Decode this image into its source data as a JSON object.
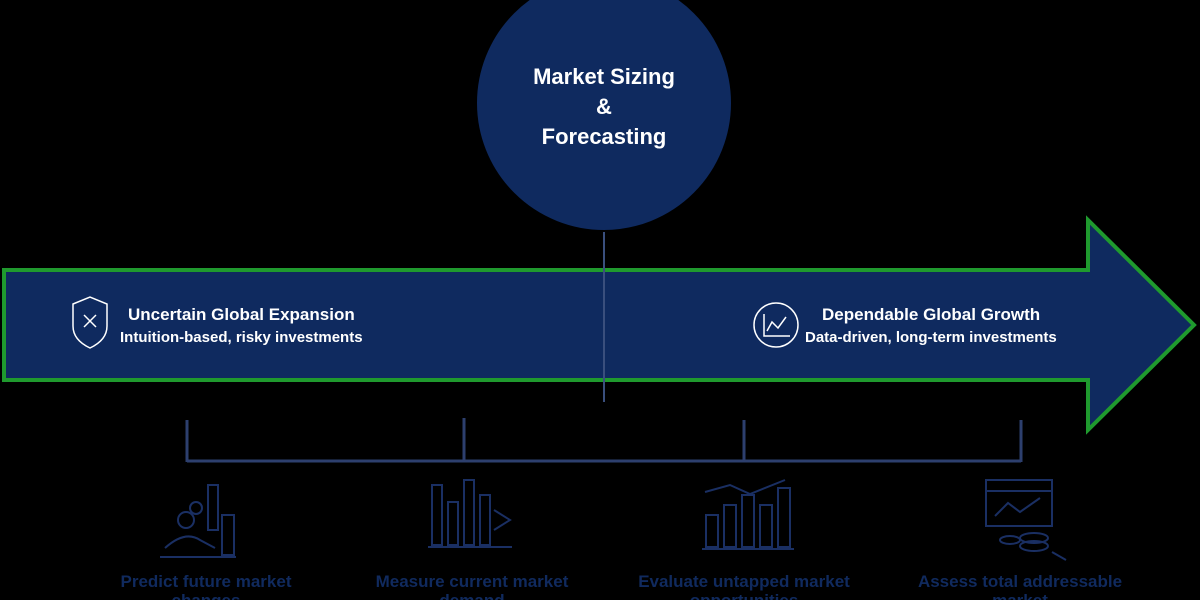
{
  "hub": {
    "title_line1": "Market Sizing",
    "title_line2": "&",
    "title_line3": "Forecasting"
  },
  "left_stage": {
    "title": "Uncertain Global Expansion",
    "subtitle": "Intuition-based, risky investments",
    "icon": "shield-x-icon"
  },
  "right_stage": {
    "title": "Dependable Global Growth",
    "subtitle": "Data-driven, long-term investments",
    "icon": "line-chart-icon"
  },
  "outcomes": [
    {
      "label": "Predict future market changes",
      "icon": "hand-coins-chart-icon"
    },
    {
      "label": "Measure current market demand",
      "icon": "bar-chart-icon"
    },
    {
      "label": "Evaluate untapped market opportunities",
      "icon": "growth-bars-icon"
    },
    {
      "label": "Assess total addressable market",
      "icon": "coins-dashboard-icon"
    }
  ],
  "colors": {
    "background": "#000000",
    "navy": "#0f2a5f",
    "arrow_border": "#1f9a2e",
    "text_light": "#ffffff",
    "text_dark": "#102a5e",
    "connector": "#2d3f6e"
  }
}
